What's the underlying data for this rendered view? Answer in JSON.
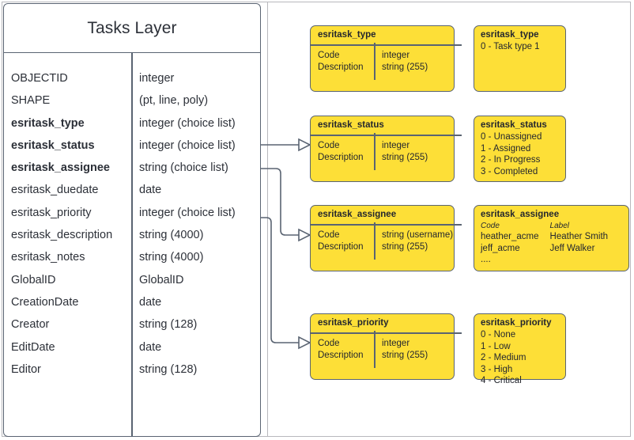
{
  "diagram": {
    "title": "Tasks Layer",
    "colors": {
      "domain_fill": "#fddf37",
      "stroke": "#5a6472",
      "text": "#24272e",
      "frame": "#b8b8bd"
    }
  },
  "entity": {
    "title": "Tasks Layer",
    "fields": [
      {
        "name": "OBJECTID",
        "type": "integer",
        "key": false
      },
      {
        "name": "SHAPE",
        "type": "(pt, line, poly)",
        "key": false
      },
      {
        "name": "esritask_type",
        "type": "integer (choice list)",
        "key": true
      },
      {
        "name": "esritask_status",
        "type": "integer (choice list)",
        "key": true
      },
      {
        "name": "esritask_assignee",
        "type": "string (choice list)",
        "key": true
      },
      {
        "name": "esritask_duedate",
        "type": "date",
        "key": false
      },
      {
        "name": "esritask_priority",
        "type": "integer (choice list)",
        "key": false
      },
      {
        "name": "esritask_description",
        "type": "string (4000)",
        "key": false
      },
      {
        "name": "esritask_notes",
        "type": "string (4000)",
        "key": false
      },
      {
        "name": "GlobalID",
        "type": "GlobalID",
        "key": false
      },
      {
        "name": "CreationDate",
        "type": "date",
        "key": false
      },
      {
        "name": "Creator",
        "type": "string (128)",
        "key": false
      },
      {
        "name": "EditDate",
        "type": "date",
        "key": false
      },
      {
        "name": "Editor",
        "type": "string (128)",
        "key": false
      }
    ]
  },
  "domains": [
    {
      "id": "type",
      "title": "esritask_type",
      "rows_left": [
        "Code",
        "Description"
      ],
      "rows_right": [
        "integer",
        "string (255)"
      ]
    },
    {
      "id": "status",
      "title": "esritask_status",
      "rows_left": [
        "Code",
        "Description"
      ],
      "rows_right": [
        "integer",
        "string (255)"
      ]
    },
    {
      "id": "assignee",
      "title": "esritask_assignee",
      "rows_left": [
        "Code",
        "Description"
      ],
      "rows_right": [
        "string  (username)",
        "string (255)"
      ]
    },
    {
      "id": "priority",
      "title": "esritask_priority",
      "rows_left": [
        "Code",
        "Description"
      ],
      "rows_right": [
        "integer",
        "string (255)"
      ]
    }
  ],
  "values": {
    "type": {
      "title": "esritask_type",
      "lines": [
        "0 - Task type 1"
      ]
    },
    "status": {
      "title": "esritask_status",
      "lines": [
        "0 - Unassigned",
        "1 - Assigned",
        "2 - In Progress",
        "3 - Completed"
      ]
    },
    "assignee": {
      "title": "esritask_assignee",
      "head_code": "Code",
      "head_label": "Label",
      "rows": [
        {
          "code": "heather_acme",
          "label": "Heather Smith"
        },
        {
          "code": "jeff_acme",
          "label": "Jeff Walker"
        },
        {
          "code": "....",
          "label": ""
        }
      ]
    },
    "priority": {
      "title": "esritask_priority",
      "lines": [
        "0 - None",
        "1 - Low",
        "2 - Medium",
        "3 - High",
        "4 - Critical"
      ]
    }
  }
}
